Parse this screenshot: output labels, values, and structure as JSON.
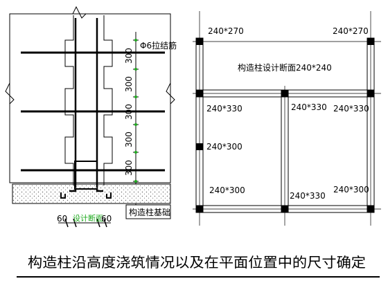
{
  "left_diagram": {
    "tie_bar_label": "Φ6拉结筋",
    "dimensions": [
      "300",
      "300",
      "300",
      "300",
      "300"
    ],
    "base_label": "构造柱基础",
    "width_left": "60",
    "width_center": "设计断面",
    "width_right": "60"
  },
  "right_plan": {
    "section_title": "构造柱设计断面240*240",
    "labels": [
      "240*270",
      "240*270",
      "240*330",
      "240*330",
      "240*330",
      "240*300",
      "240*300",
      "240*330",
      "240*300"
    ]
  },
  "caption": "构造柱沿高度浇筑情况以及在平面位置中的尺寸确定",
  "colors": {
    "line": "#000000",
    "green": "#1faa1f",
    "hatch": "#555555"
  }
}
